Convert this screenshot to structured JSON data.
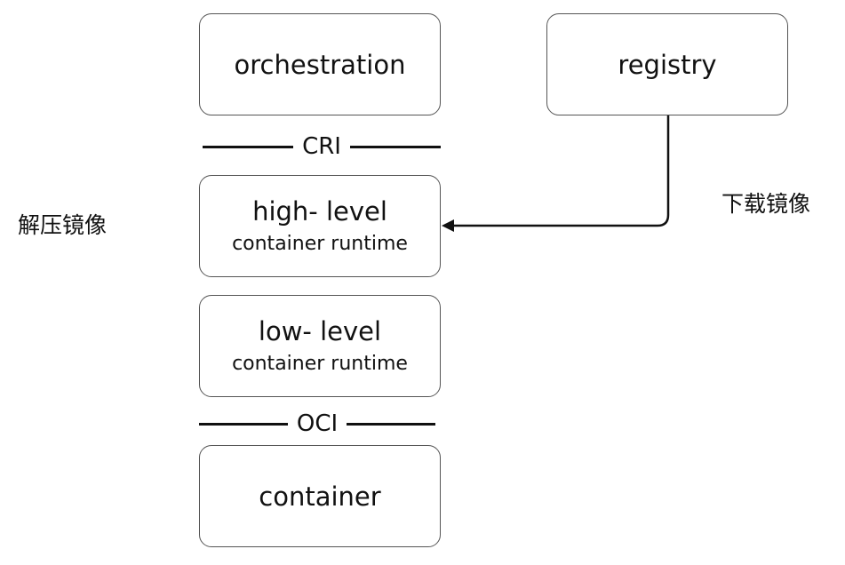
{
  "diagram": {
    "boxes": {
      "orchestration": {
        "label": "orchestration"
      },
      "registry": {
        "label": "registry"
      },
      "high_level": {
        "label": "high- level",
        "sublabel": "container  runtime"
      },
      "low_level": {
        "label": "low- level",
        "sublabel": "container  runtime"
      },
      "container": {
        "label": "container"
      }
    },
    "separators": {
      "cri": "CRI",
      "oci": "OCI"
    },
    "annotations": {
      "left": "解压镜像",
      "right": "下载镜像"
    },
    "edges": [
      {
        "from": "registry",
        "to": "high_level",
        "style": "arrow"
      }
    ]
  }
}
